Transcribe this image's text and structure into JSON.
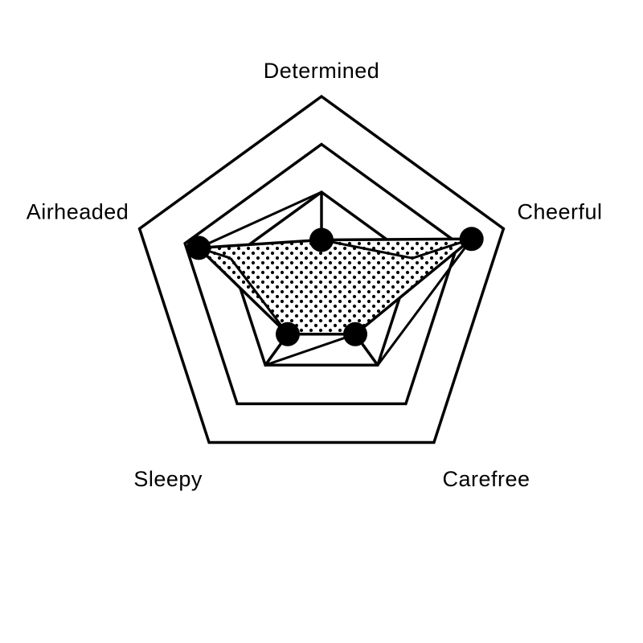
{
  "chart_data": {
    "type": "radar",
    "title": "",
    "axes": [
      "Determined",
      "Cheerful",
      "Carefree",
      "Sleepy",
      "Airheaded"
    ],
    "rmax": 4,
    "ring_levels": [
      2,
      3,
      4
    ],
    "grid": true,
    "series": [
      {
        "values": [
          1.0,
          3.3,
          1.2,
          1.2,
          2.7
        ]
      }
    ],
    "colors": {
      "line": "#000000",
      "marker": "#000000",
      "fill_pattern": "dots",
      "background": "#ffffff"
    }
  }
}
